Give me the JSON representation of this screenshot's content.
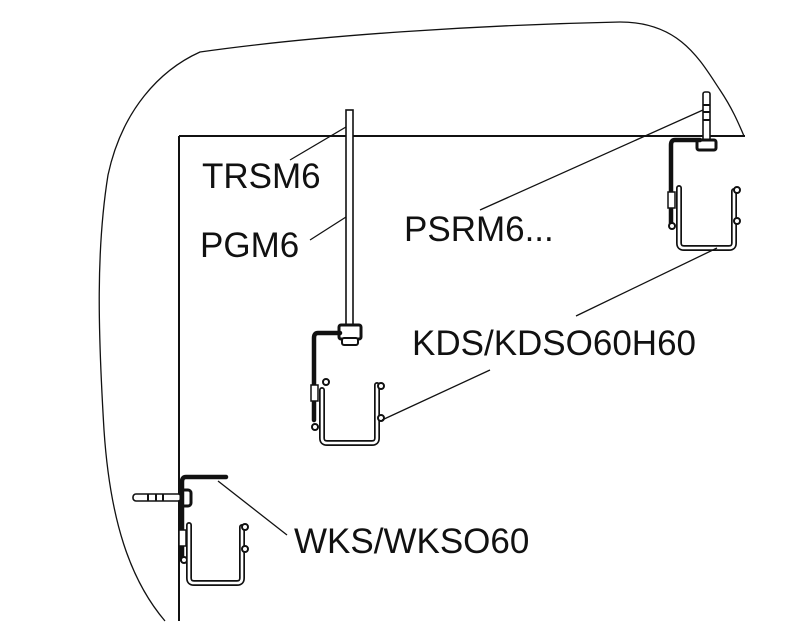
{
  "diagram": {
    "type": "cable-tray mounting illustration",
    "labels": {
      "trsm6": "TRSM6",
      "pgm6": "PGM6",
      "psrm6": "PSRM6...",
      "kds": "KDS/KDSO60H60",
      "wks": "WKS/WKSO60"
    },
    "components": [
      {
        "id": "threaded-rod",
        "label_ref": "trsm6"
      },
      {
        "id": "suspension-rod",
        "label_ref": "pgm6"
      },
      {
        "id": "ceiling-anchor",
        "label_ref": "psrm6"
      },
      {
        "id": "ceiling-basket-bracket",
        "label_ref": "kds"
      },
      {
        "id": "wall-basket-bracket",
        "label_ref": "wks"
      }
    ],
    "colors": {
      "line": "#111111",
      "background": "#ffffff"
    }
  }
}
